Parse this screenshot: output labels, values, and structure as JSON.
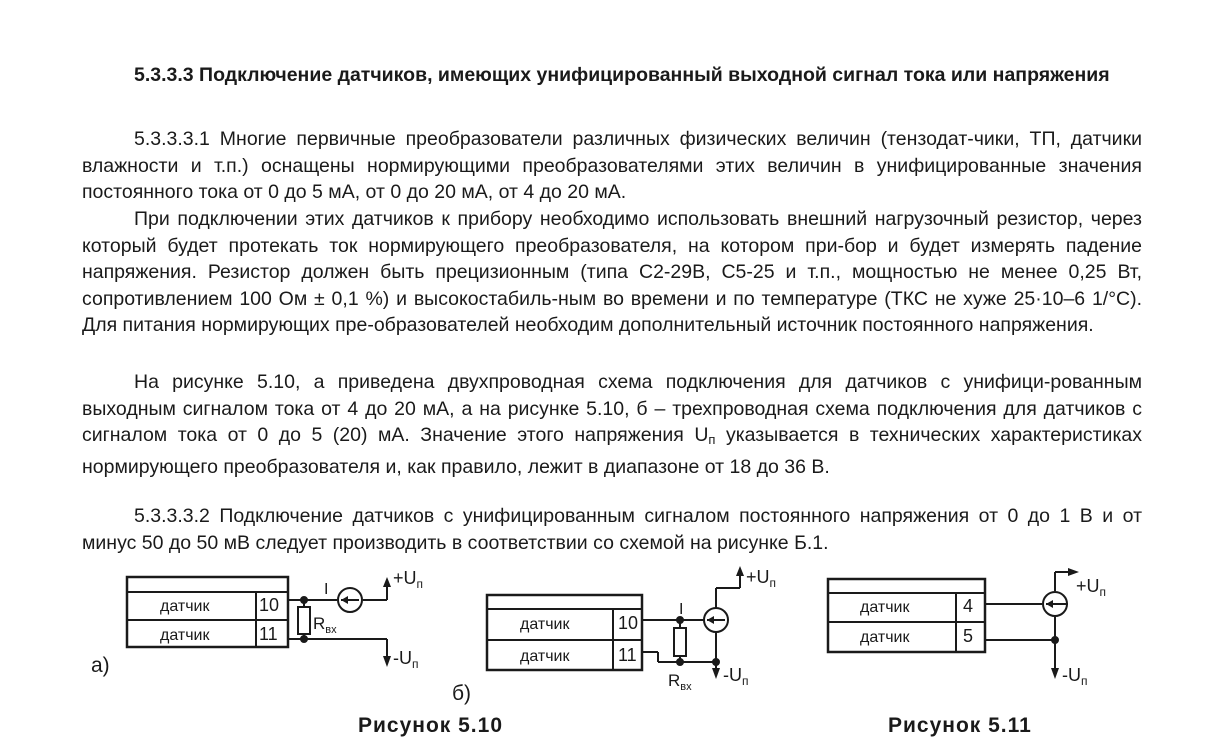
{
  "heading": "5.3.3.3 Подключение датчиков, имеющих унифицированный выходной сигнал тока или напряжения",
  "paragraphs": {
    "p1": "5.3.3.3.1 Многие первичные преобразователи различных физических величин (тензодат-чики, ТП, датчики влажности и т.п.) оснащены нормирующими преобразователями этих величин в унифицированные значения постоянного тока от 0 до 5 мА, от 0 до 20 мА, от 4 до 20 мА.",
    "p2": "При подключении этих датчиков к прибору необходимо использовать внешний нагрузочный резистор, через который будет протекать ток нормирующего преобразователя, на котором при-бор и будет измерять падение напряжения. Резистор должен быть прецизионным (типа С2-29В, С5-25 и т.п., мощностью не менее 0,25 Вт, сопротивлением 100 Ом ± 0,1 %) и высокостабиль-ным во времени и по температуре (ТКС не хуже 25·10–6 1/°С). Для питания нормирующих пре-образователей необходим дополнительный источник постоянного напряжения.",
    "p3_main": "На рисунке 5.10, а приведена двухпроводная схема подключения для датчиков с унифици-рованным выходным сигналом тока от 4 до 20 мА, а на рисунке 5.10, б – трехпроводная схема подключения для датчиков с сигналом тока от 0 до 5 (20) мА. Значение этого напряжения U",
    "p3_sub": "п",
    "p3_tail": " указывается в технических характеристиках нормирующего преобразователя и, как правило, лежит в диапазоне от 18 до 36 В.",
    "p4": "5.3.3.3.2 Подключение датчиков с унифицированным сигналом постоянного напряжения от 0 до 1 В и от минус 50 до 50 мВ следует производить в соответствии со схемой на рисунке Б.1."
  },
  "figures": {
    "fig_a": {
      "tag": "а)",
      "rows": [
        {
          "label": "датчик",
          "pin": "10"
        },
        {
          "label": "датчик",
          "pin": "11"
        }
      ],
      "current": "I",
      "resistor_main": "R",
      "resistor_sub": "вх",
      "plus_main": "+U",
      "minus_main": "-U",
      "supply_sub": "п"
    },
    "fig_b": {
      "tag": "б)",
      "rows": [
        {
          "label": "датчик",
          "pin": "10"
        },
        {
          "label": "датчик",
          "pin": "11"
        }
      ],
      "current": "I",
      "resistor_main": "R",
      "resistor_sub": "вх",
      "plus_main": "+U",
      "minus_main": "-U",
      "supply_sub": "п"
    },
    "fig_c": {
      "rows": [
        {
          "label": "датчик",
          "pin": "4"
        },
        {
          "label": "датчик",
          "pin": "5"
        }
      ],
      "plus_main": "+U",
      "minus_main": "-U",
      "supply_sub": "п"
    }
  },
  "captions": {
    "fig510": "Рисунок 5.10",
    "fig511": "Рисунок 5.11"
  },
  "icons": {
    "current_source": "current-source-icon",
    "resistor": "resistor-icon",
    "arrow_up": "arrow-up-icon",
    "arrow_down": "arrow-down-icon"
  }
}
